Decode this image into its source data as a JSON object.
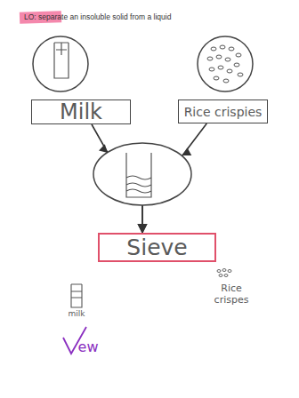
{
  "diagram": {
    "title": "LO: separate an insoluble solid from a liquid",
    "nodes": [
      {
        "text": [
          "Milk"
        ]
      },
      {
        "text": [
          "Rice crispies"
        ]
      },
      {
        "text": [
          "Sieve"
        ]
      }
    ],
    "edges": [
      {
        "from": 0,
        "to": 2,
        "arrow": "to"
      },
      {
        "from": 1,
        "to": 2,
        "arrow": "to"
      }
    ],
    "labels": [
      "milk",
      "Rice crispes",
      "ew"
    ]
  }
}
